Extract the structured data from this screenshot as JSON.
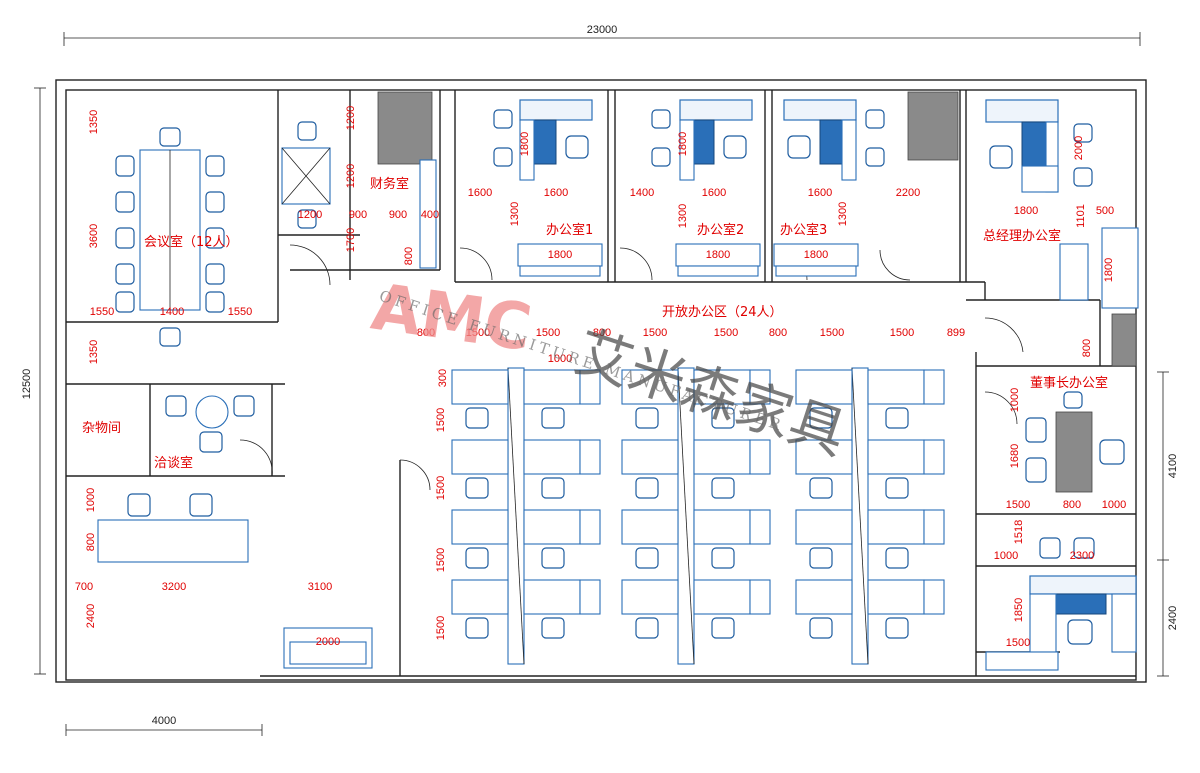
{
  "overall": {
    "width_dim": "23000",
    "height_dim": "12500",
    "bottom_dim": "4000",
    "right_dim_top": "4100",
    "right_dim_bottom": "2400"
  },
  "rooms": {
    "meeting": "会议室（12人）",
    "finance": "财务室",
    "office1": "办公室1",
    "office2": "办公室2",
    "office3": "办公室3",
    "gm": "总经理办公室",
    "open": "开放办公区（24人）",
    "chairman": "董事长办公室",
    "storage": "杂物间",
    "negotiation": "洽谈室"
  },
  "dims": {
    "d1350a": "1350",
    "d3600": "3600",
    "d1550a": "1550",
    "d1400a": "1400",
    "d1550b": "1550",
    "d1350b": "1350",
    "d1200a": "1200",
    "d1200b": "1200",
    "d1200c": "1200",
    "d900a": "900",
    "d900b": "900",
    "d400": "400",
    "d1700": "1700",
    "d800a": "800",
    "d1800o1": "1800",
    "d1600a": "1600",
    "d1600b": "1600",
    "d1300a": "1300",
    "d1800w1": "1800",
    "d1800o2": "1800",
    "d1400b": "1400",
    "d1600c": "1600",
    "d1300b": "1300",
    "d1800w2": "1800",
    "d1600d": "1600",
    "d2200": "2200",
    "d1300c": "1300",
    "d1800w3": "1800",
    "d2000gm": "2000",
    "d1800gm": "1800",
    "d1101": "1101",
    "d500": "500",
    "d1800sofa": "1800",
    "d800b": "800",
    "r800": "800",
    "r1500a": "1500",
    "r1500b": "1500",
    "r800b": "800",
    "r1500c": "1500",
    "r1500d": "1500",
    "r800c": "800",
    "r1500e": "1500",
    "r1500f": "1500",
    "r899": "899",
    "r1000": "1000",
    "r300": "300",
    "v1500a": "1500",
    "v1500b": "1500",
    "v1500c": "1500",
    "v1500d": "1500",
    "c1000": "1000",
    "c1680": "1680",
    "c1500": "1500",
    "c800": "800",
    "c1000b": "1000",
    "c1518": "1518",
    "c1000c": "1000",
    "c2300": "2300",
    "c1850": "1850",
    "c1500b": "1500",
    "b1000": "1000",
    "b800": "800",
    "b700": "700",
    "b3200": "3200",
    "b3100": "3100",
    "b2400": "2400",
    "b2000": "2000"
  },
  "watermark": {
    "logo": "AMC",
    "cn": "艾米森家具",
    "en": "OFFICE FURNITURE MANUFACTURER"
  },
  "colors": {
    "dimension_text": "#e00000",
    "furniture": "#2a6fb8",
    "wall": "#222222"
  }
}
